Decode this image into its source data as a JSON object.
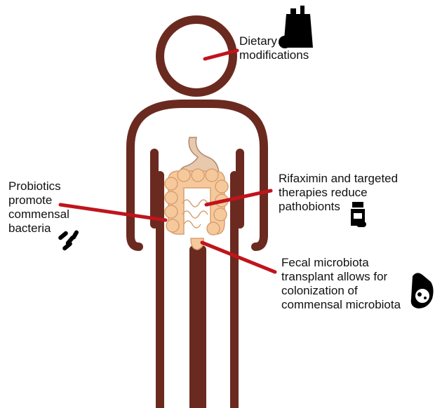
{
  "diet": {
    "lines": [
      "Dietary",
      "modifications"
    ]
  },
  "probiotics": {
    "lines": [
      "Probiotics",
      "promote",
      "commensal",
      "bacteria"
    ]
  },
  "rifaximin": {
    "lines": [
      "Rifaximin and targeted",
      "therapies reduce",
      "pathobionts"
    ]
  },
  "fmt": {
    "lines": [
      "Fecal microbiota",
      "transplant allows for",
      "colonization of",
      "commensal microbiota"
    ]
  },
  "icons": [
    "grocery-bag-icon",
    "bacteria-icon",
    "pill-bottle-icon",
    "hand-microbe-icon"
  ],
  "colors": {
    "body_outline": "#6b2a1f",
    "pointer": "#c0141c",
    "intestine": "#f6c99c",
    "intestine_edge": "#d8a070",
    "stomach": "#e8c9ad",
    "icon": "#000000"
  }
}
